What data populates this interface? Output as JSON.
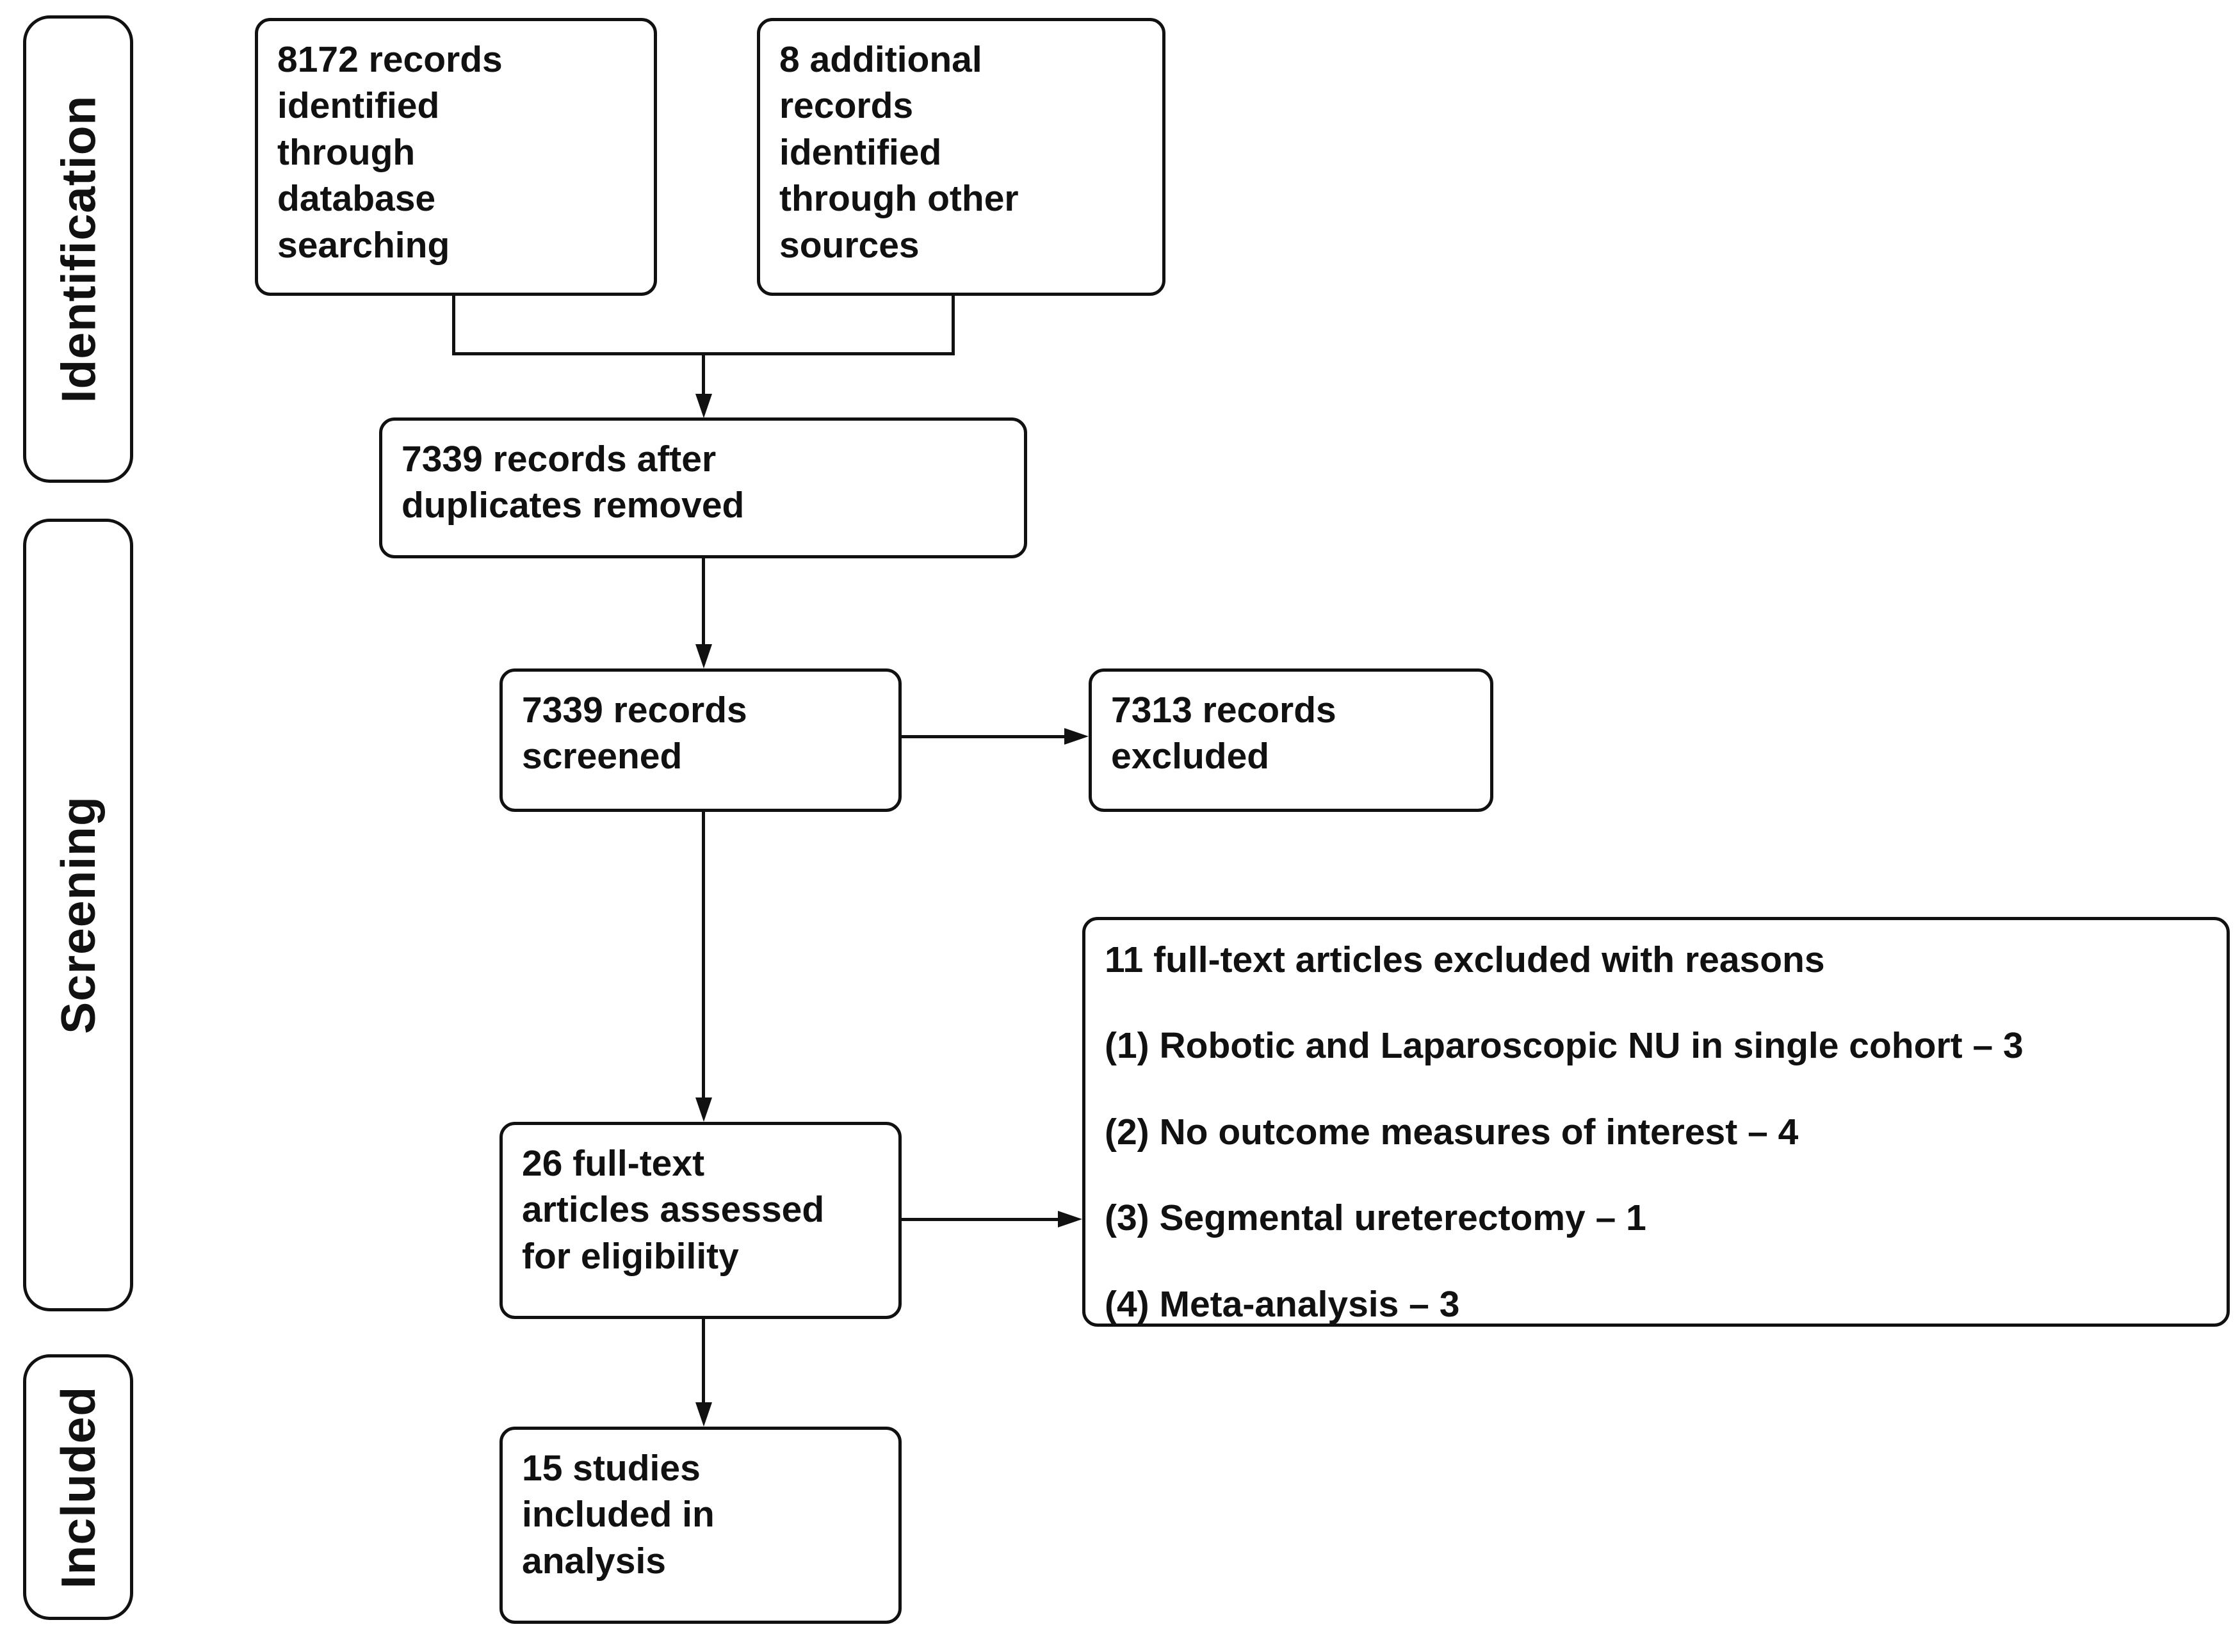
{
  "figure": {
    "stages": {
      "identification": "Identification",
      "screening": "Screening",
      "included": "Included"
    },
    "boxes": {
      "database_records": "8172 records\nidentified\nthrough\ndatabase\nsearching",
      "additional_records": "8 additional\nrecords\nidentified\nthrough other\nsources",
      "after_duplicates": "7339 records after\nduplicates removed",
      "records_screened": "7339 records\nscreened",
      "records_excluded": "7313 records\nexcluded",
      "fulltext_assessed": "26 full-text\narticles assessed\nfor eligibility",
      "studies_included": "15 studies\nincluded in\nanalysis"
    },
    "exclusion_box": {
      "title": "11 full-text articles excluded with reasons",
      "reasons": [
        "(1) Robotic and Laparoscopic NU in single cohort – 3",
        "(2) No outcome measures of interest – 4",
        "(3) Segmental ureterectomy – 1",
        "(4) Meta-analysis – 3"
      ]
    },
    "colors": {
      "ink": "#111111",
      "background": "#ffffff"
    }
  }
}
